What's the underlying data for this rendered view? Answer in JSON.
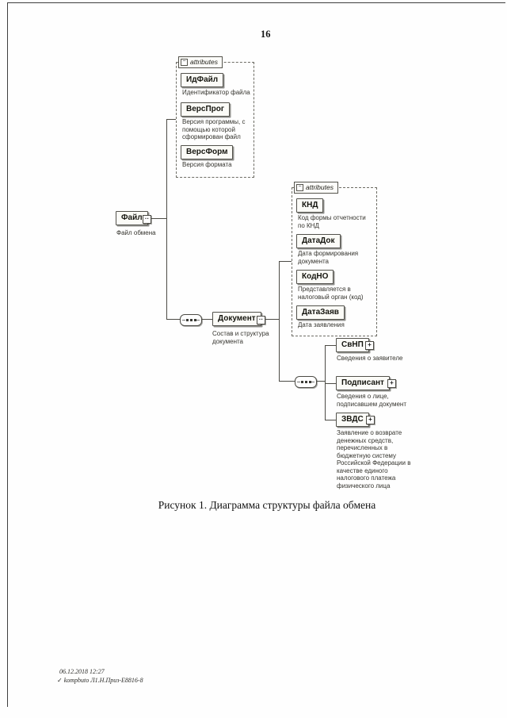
{
  "page": {
    "number": "16",
    "caption": "Рисунок 1. Диаграмма структуры файла обмена"
  },
  "footer": {
    "line1": "06.12.2018 12:27",
    "line2": "kompbuto Л1.Н.Приз-Е8816-8"
  },
  "icons": {
    "expand": "+",
    "collapse": "−",
    "content_dots": "··",
    "stamp": "✓"
  },
  "diagram": {
    "attributes_label": "attributes",
    "root": {
      "name": "Файл",
      "desc": "Файл обмена"
    },
    "file_attributes": [
      {
        "name": "ИдФайл",
        "desc": "Идентификатор файла"
      },
      {
        "name": "ВерсПрог",
        "desc": "Версия программы, с помощью которой сформирован файл"
      },
      {
        "name": "ВерсФорм",
        "desc": "Версия формата"
      }
    ],
    "document": {
      "name": "Документ",
      "desc": "Состав и структура документа"
    },
    "document_attributes": [
      {
        "name": "КНД",
        "desc": "Код формы отчетности по КНД"
      },
      {
        "name": "ДатаДок",
        "desc": "Дата формирования документа"
      },
      {
        "name": "КодНО",
        "desc": "Представляется в налоговый орган (код)"
      },
      {
        "name": "ДатаЗаяв",
        "desc": "Дата заявления"
      }
    ],
    "document_children": [
      {
        "name": "СвНП",
        "desc": "Сведения о заявителе"
      },
      {
        "name": "Подписант",
        "desc": "Сведения о лице, подписавшем документ"
      },
      {
        "name": "ЗВДС",
        "desc": "Заявление о возврате денежных средств, перечисленных в бюджетную систему Российской Федерации в качестве единого налогового платежа физического лица"
      }
    ]
  }
}
